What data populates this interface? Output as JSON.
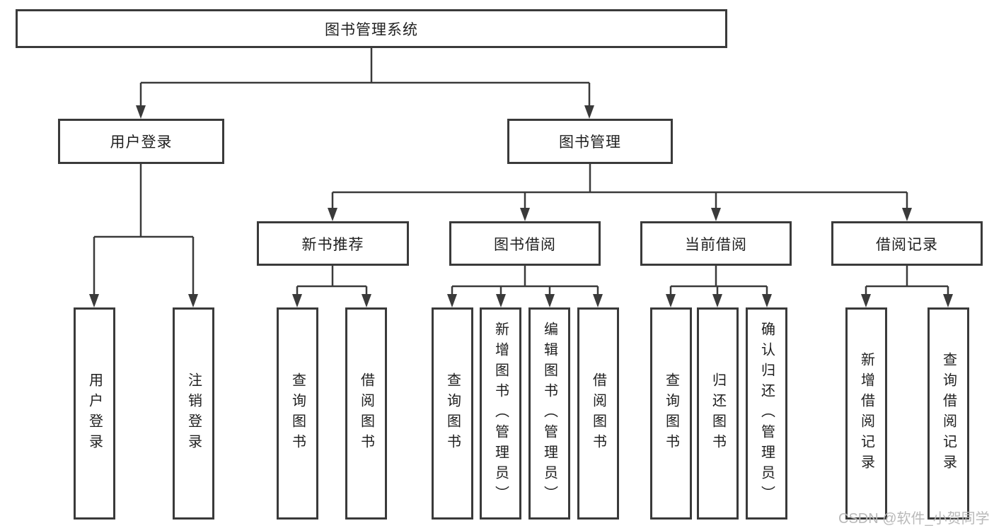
{
  "watermark": {
    "text": "CSDN @软件_小贺同学"
  },
  "colors": {
    "line": "#3a3a3a",
    "box_border": "#3a3a3a",
    "text": "#1f1f1f",
    "watermark": "#b9b9b9",
    "background": "#ffffff"
  },
  "tree": {
    "root": {
      "label": "图书管理系统",
      "children": [
        {
          "label": "用户登录",
          "children": [
            {
              "label": "用户登录"
            },
            {
              "label": "注销登录"
            }
          ]
        },
        {
          "label": "图书管理",
          "children": [
            {
              "label": "新书推荐",
              "children": [
                {
                  "label": "查询图书"
                },
                {
                  "label": "借阅图书"
                }
              ]
            },
            {
              "label": "图书借阅",
              "children": [
                {
                  "label": "查询图书"
                },
                {
                  "label": "新增图书（管理员）"
                },
                {
                  "label": "编辑图书（管理员）"
                },
                {
                  "label": "借阅图书"
                }
              ]
            },
            {
              "label": "当前借阅",
              "children": [
                {
                  "label": "查询图书"
                },
                {
                  "label": "归还图书"
                },
                {
                  "label": "确认归还（管理员）"
                }
              ]
            },
            {
              "label": "借阅记录",
              "children": [
                {
                  "label": "新增借阅记录"
                },
                {
                  "label": "查询借阅记录"
                }
              ]
            }
          ]
        }
      ]
    }
  }
}
